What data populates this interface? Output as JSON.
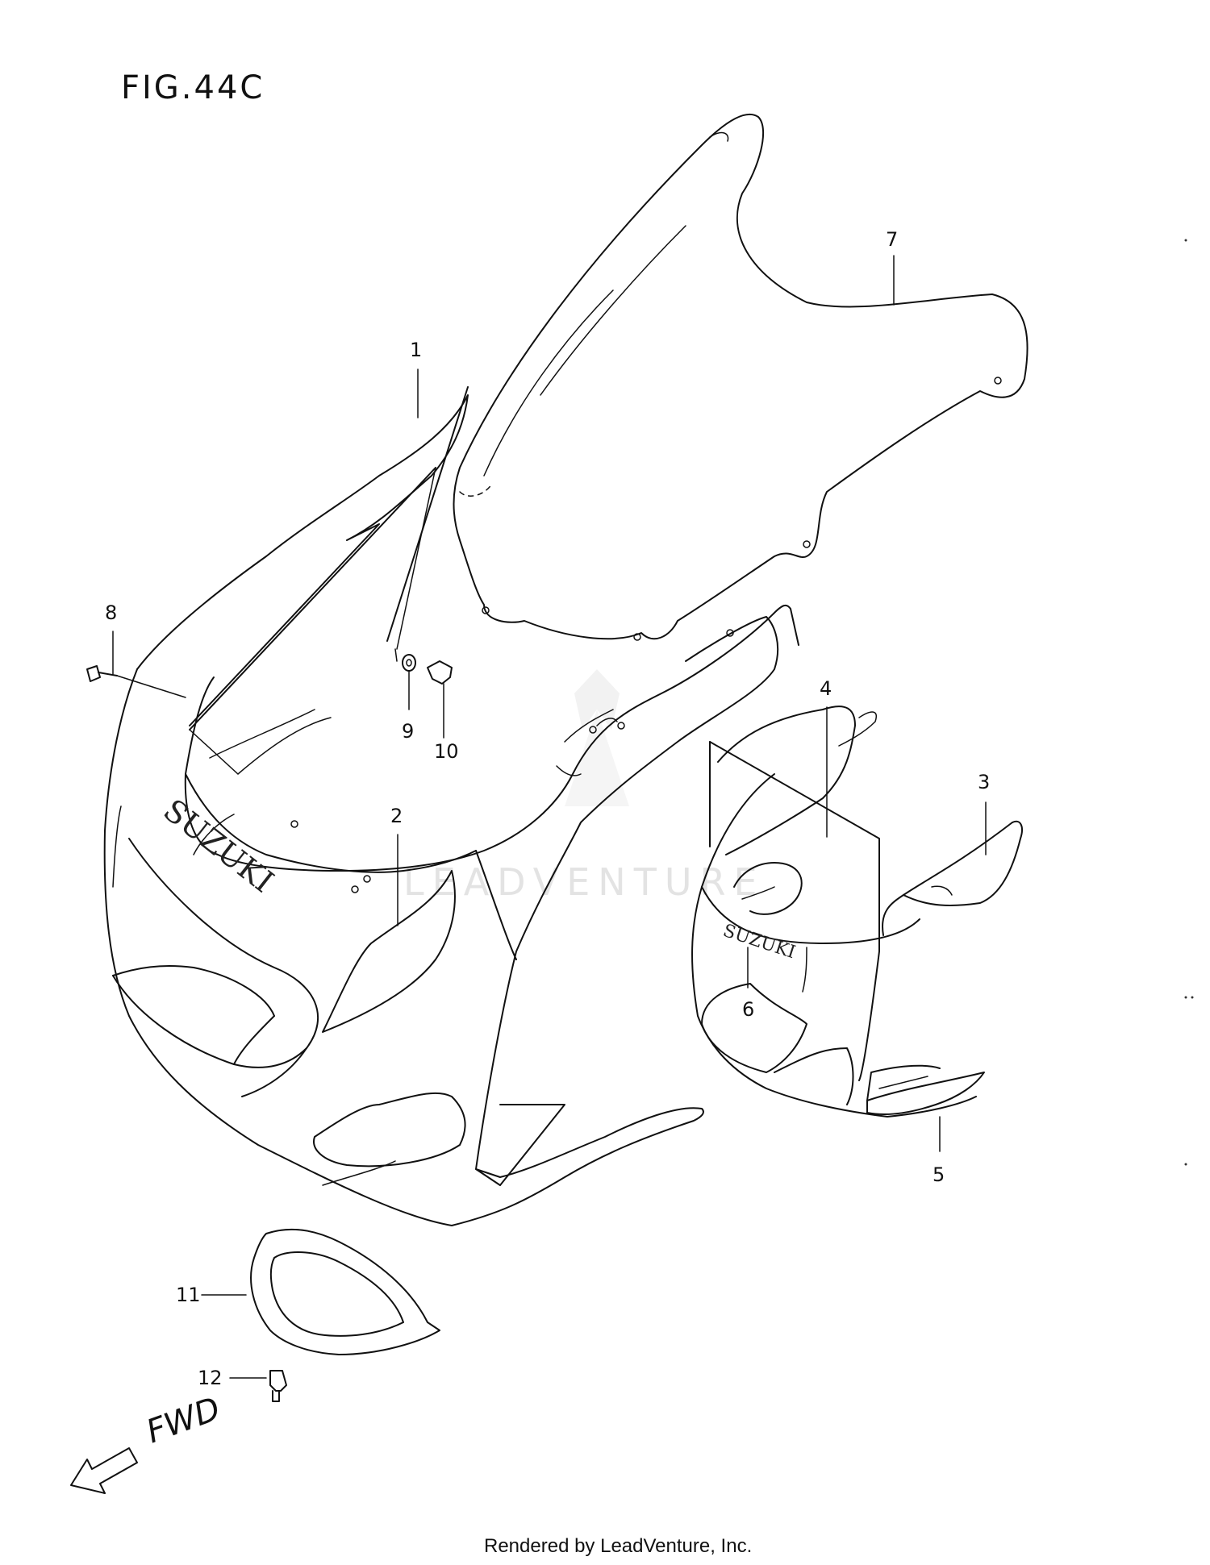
{
  "title": "FIG.44C",
  "brand_left": "SUZUKI",
  "brand_right": "SUZUKI",
  "direction_label": "FWD",
  "footer": "Rendered by LeadVenture, Inc.",
  "watermark": "LEADVENTURE",
  "callouts": {
    "c1": "1",
    "c2": "2",
    "c3": "3",
    "c4": "4",
    "c5": "5",
    "c6": "6",
    "c7": "7",
    "c8": "8",
    "c9": "9",
    "c10": "10",
    "c11": "11",
    "c12": "12"
  },
  "colors": {
    "line": "#111111",
    "background": "#ffffff",
    "watermark": "#e3e3e3"
  }
}
